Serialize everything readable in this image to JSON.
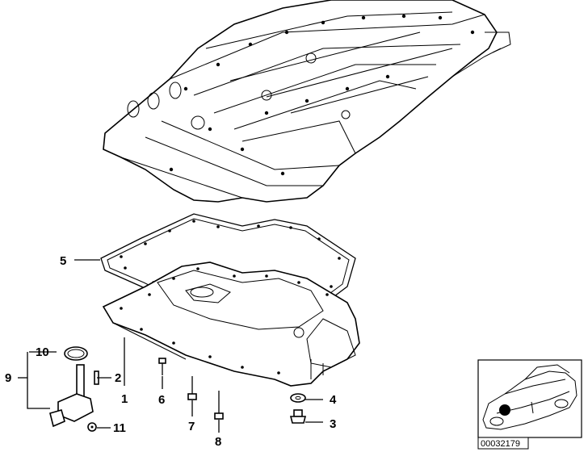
{
  "callouts": {
    "c1": "1",
    "c2": "2",
    "c3": "3",
    "c4": "4",
    "c5": "5",
    "c6": "6",
    "c7": "7",
    "c8": "8",
    "c9": "9",
    "c10": "10",
    "c11": "11"
  },
  "reference_number": "00032179",
  "colors": {
    "ink": "#000000",
    "paper": "#ffffff"
  }
}
